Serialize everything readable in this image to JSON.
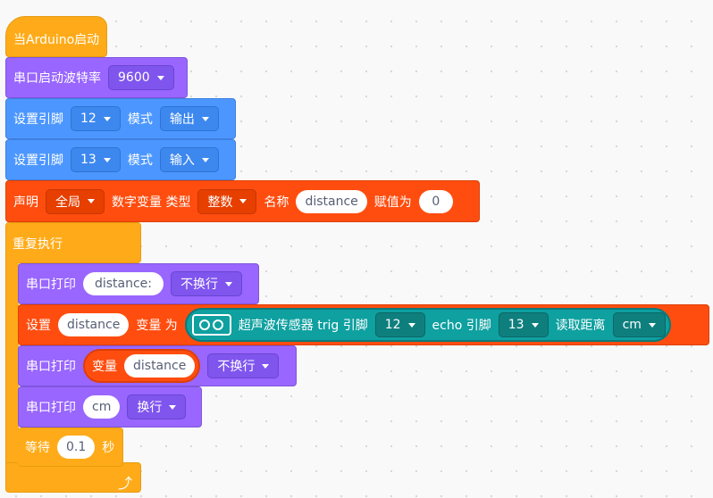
{
  "start": {
    "label": "当Arduino启动"
  },
  "serial_begin": {
    "label": "串口启动波特率",
    "baud": "9600"
  },
  "pin_mode_1": {
    "label": "设置引脚",
    "pin": "12",
    "mode_label": "模式",
    "mode": "输出"
  },
  "pin_mode_2": {
    "label": "设置引脚",
    "pin": "13",
    "mode_label": "模式",
    "mode": "输入"
  },
  "declare": {
    "label": "声明",
    "scope": "全局",
    "kind_label": "数字变量 类型",
    "type": "整数",
    "name_label": "名称",
    "name": "distance",
    "init_label": "赋值为",
    "init": "0"
  },
  "repeat": {
    "label": "重复执行"
  },
  "print_1": {
    "label": "串口打印",
    "text": "distance:",
    "newline": "不换行"
  },
  "set_var": {
    "label": "设置",
    "var": "distance",
    "mid_label": "变量 为",
    "sensor_label": "超声波传感器 trig 引脚",
    "trig": "12",
    "echo_label": "echo 引脚",
    "echo": "13",
    "read_label": "读取距离",
    "unit": "cm"
  },
  "print_2": {
    "label": "串口打印",
    "var_label": "变量",
    "var": "distance",
    "newline": "不换行"
  },
  "print_3": {
    "label": "串口打印",
    "text": "cm",
    "newline": "换行"
  },
  "wait": {
    "label": "等待",
    "value": "0.1",
    "unit": "秒"
  },
  "colors": {
    "control": "#ffab19",
    "serial": "#9966ff",
    "pins": "#4c97ff",
    "variables": "#ff4d0f",
    "sensor": "#0fa0a0"
  },
  "icons": {
    "sensor": "ultrasonic-sensor-icon",
    "loop": "loop-arrow-icon"
  }
}
